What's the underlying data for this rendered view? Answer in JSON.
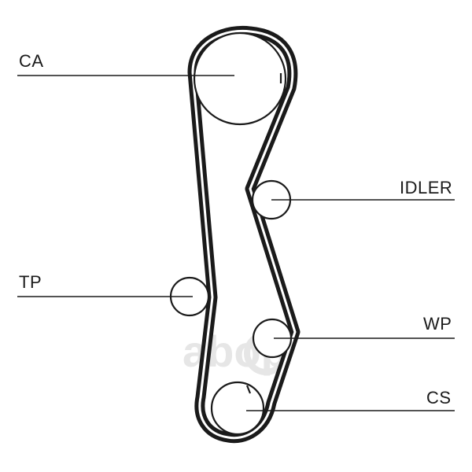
{
  "labels": {
    "ca": "CA",
    "idler": "IDLER",
    "tp": "TP",
    "wp": "WP",
    "cs": "CS"
  },
  "watermark": {
    "text": "abop"
  },
  "colors": {
    "line": "#1a1a1a",
    "background": "#ffffff",
    "watermark": "#e6e6e6"
  }
}
